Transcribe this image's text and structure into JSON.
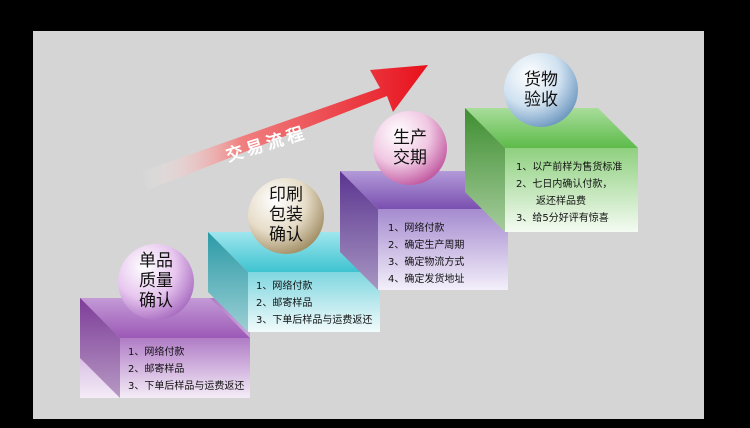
{
  "flow_title": "交易流程",
  "steps": [
    {
      "title_lines": [
        "单品",
        "质量",
        "确认"
      ],
      "items": [
        "1、网络付款",
        "2、邮寄样品",
        "3、下单后样品与运费返还"
      ]
    },
    {
      "title_lines": [
        "印刷",
        "包装",
        "确认"
      ],
      "items": [
        "1、网络付款",
        "2、邮寄样品",
        "3、下单后样品与运费返还"
      ]
    },
    {
      "title_lines": [
        "生产",
        "交期"
      ],
      "items": [
        "1、网络付款",
        "2、确定生产周期",
        "3、确定物流方式",
        "4、确定发货地址"
      ]
    },
    {
      "title_lines": [
        "货物",
        "验收"
      ],
      "items": [
        "1、以产前样为售货标准",
        "2、七日内确认付款，",
        "返还样品费",
        "3、给5分好评有惊喜"
      ]
    }
  ],
  "colors": {
    "step1": "#9b59b6",
    "step2": "#3ec3d0",
    "step3": "#7a4fb0",
    "step4": "#5dbb4a",
    "arrow": "#e8202a"
  }
}
